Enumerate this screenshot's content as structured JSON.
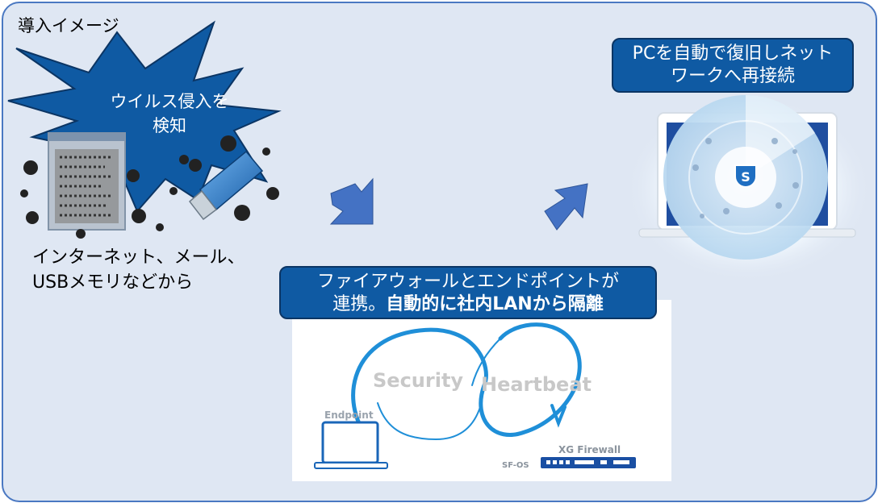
{
  "title": "導入イメージ",
  "burst": {
    "line1": "ウイルス侵入を",
    "line2": "検知"
  },
  "sources_caption": {
    "line1": "インターネット、メール、",
    "line2": "USBメモリなどから"
  },
  "recovery_callout": {
    "line1": "PCを自動で復旧しネット",
    "line2": "ワークへ再接続"
  },
  "isolation_callout": {
    "line1": "ファイアウォールとエンドポイントが",
    "line2_normal": "連携。",
    "line2_bold": "自動的に社内LANから隔離"
  },
  "heartbeat": {
    "word1": "Security",
    "word2": "Heartbeat",
    "endpoint_label": "Endpoint",
    "firewall_label": "XG Firewall",
    "os_label": "SF-OS"
  },
  "laptop_badge": "S",
  "colors": {
    "frame_border": "#4a78c2",
    "frame_fill": "#dfe7f3",
    "callout_fill": "#0f5aa3",
    "arrow": "#4472c4",
    "heartbeat_blue": "#1f8fd8"
  }
}
